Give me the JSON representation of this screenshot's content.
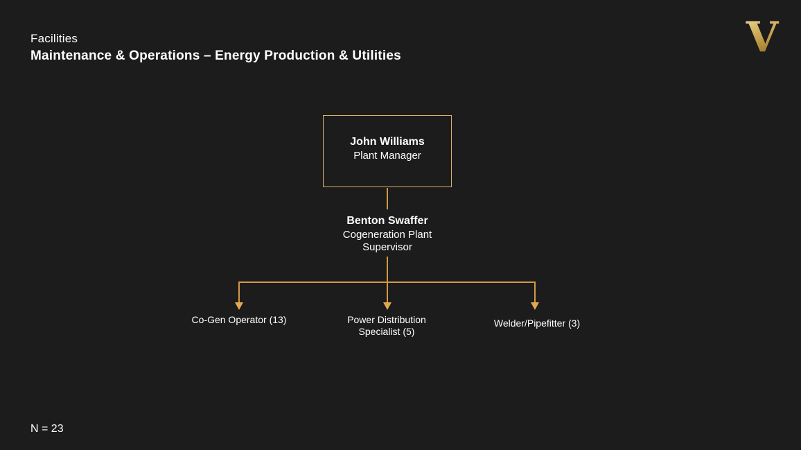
{
  "header": {
    "eyebrow": "Facilities",
    "title": "Maintenance & Operations – Energy Production & Utilities"
  },
  "logo": {
    "letter": "V",
    "alt": "Vanderbilt V logo"
  },
  "org_chart": {
    "root": {
      "name": "John Williams",
      "title": "Plant Manager"
    },
    "supervisor": {
      "name": "Benton Swaffer",
      "title_line1": "Cogeneration Plant",
      "title_line2": "Supervisor"
    },
    "reports": [
      {
        "label": "Co-Gen Operator (13)",
        "count": 13
      },
      {
        "label_line1": "Power Distribution",
        "label_line2": "Specialist (5)",
        "count": 5
      },
      {
        "label": "Welder/Pipefitter (3)",
        "count": 3
      }
    ]
  },
  "footer": {
    "headcount": "N = 23"
  },
  "colors": {
    "background": "#1C1C1C",
    "text": "#FFFFFF",
    "connector_gold": "#D39A45",
    "arrowhead_gold": "#E2A94E",
    "node_border_gold": "#DBB26E",
    "logo_gold_light": "#F5E6B0",
    "logo_gold_dark": "#8F6F2C"
  }
}
